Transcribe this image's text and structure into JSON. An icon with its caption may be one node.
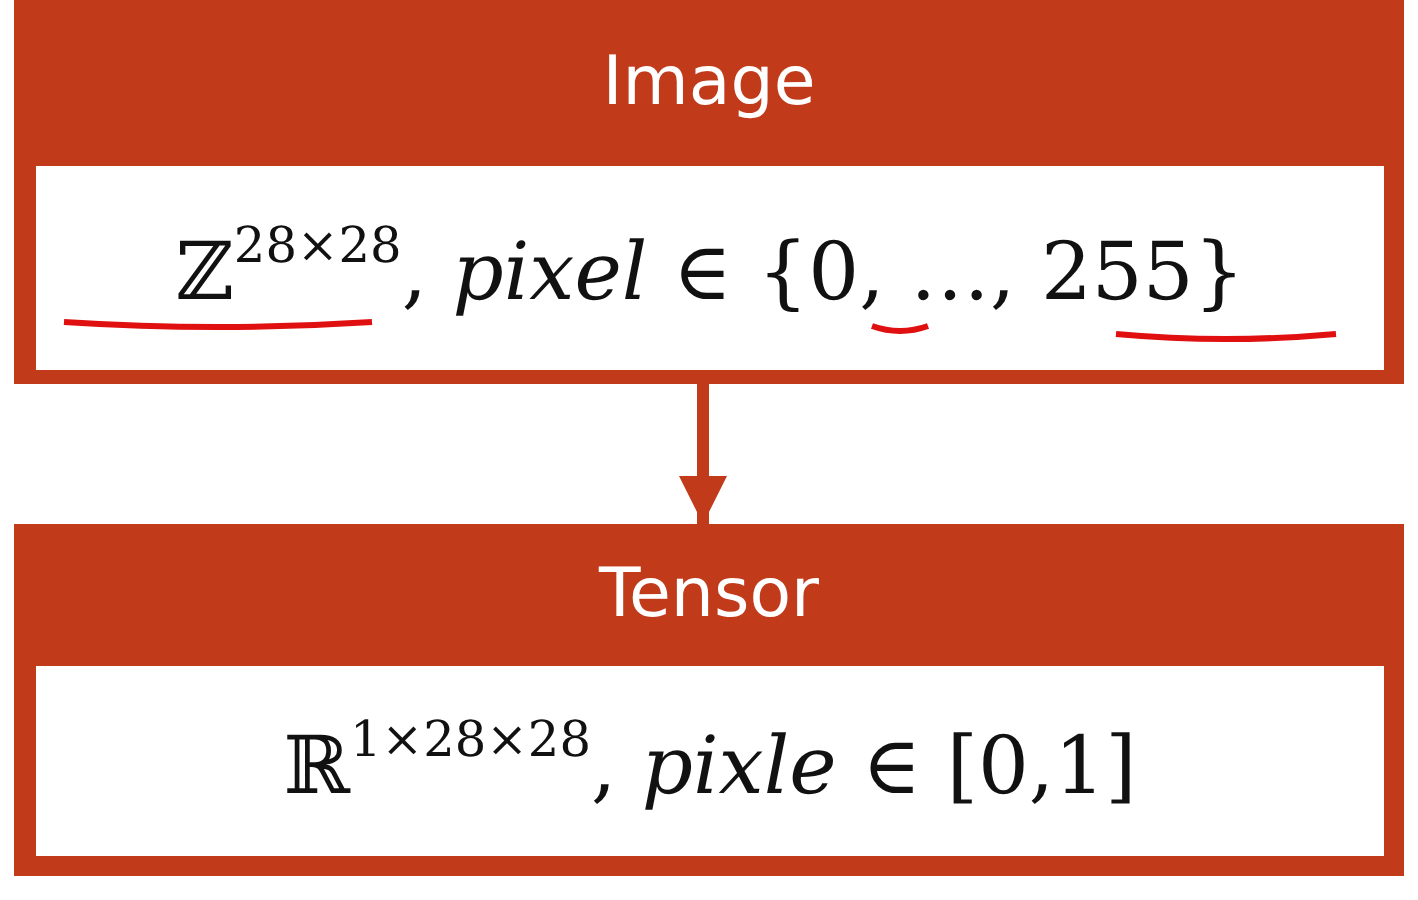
{
  "diagram": {
    "nodes": [
      {
        "text": [
          "Image",
          "ℤ$^{28×28}$, *pixel* ∈ {0, …, 255}"
        ]
      },
      {
        "text": [
          "Tensor",
          "ℝ$^{1×28×28}$, *pixle* ∈ [0,1]"
        ]
      }
    ],
    "edges": [
      {
        "from": 0,
        "to": 1,
        "arrow": "to"
      }
    ]
  }
}
